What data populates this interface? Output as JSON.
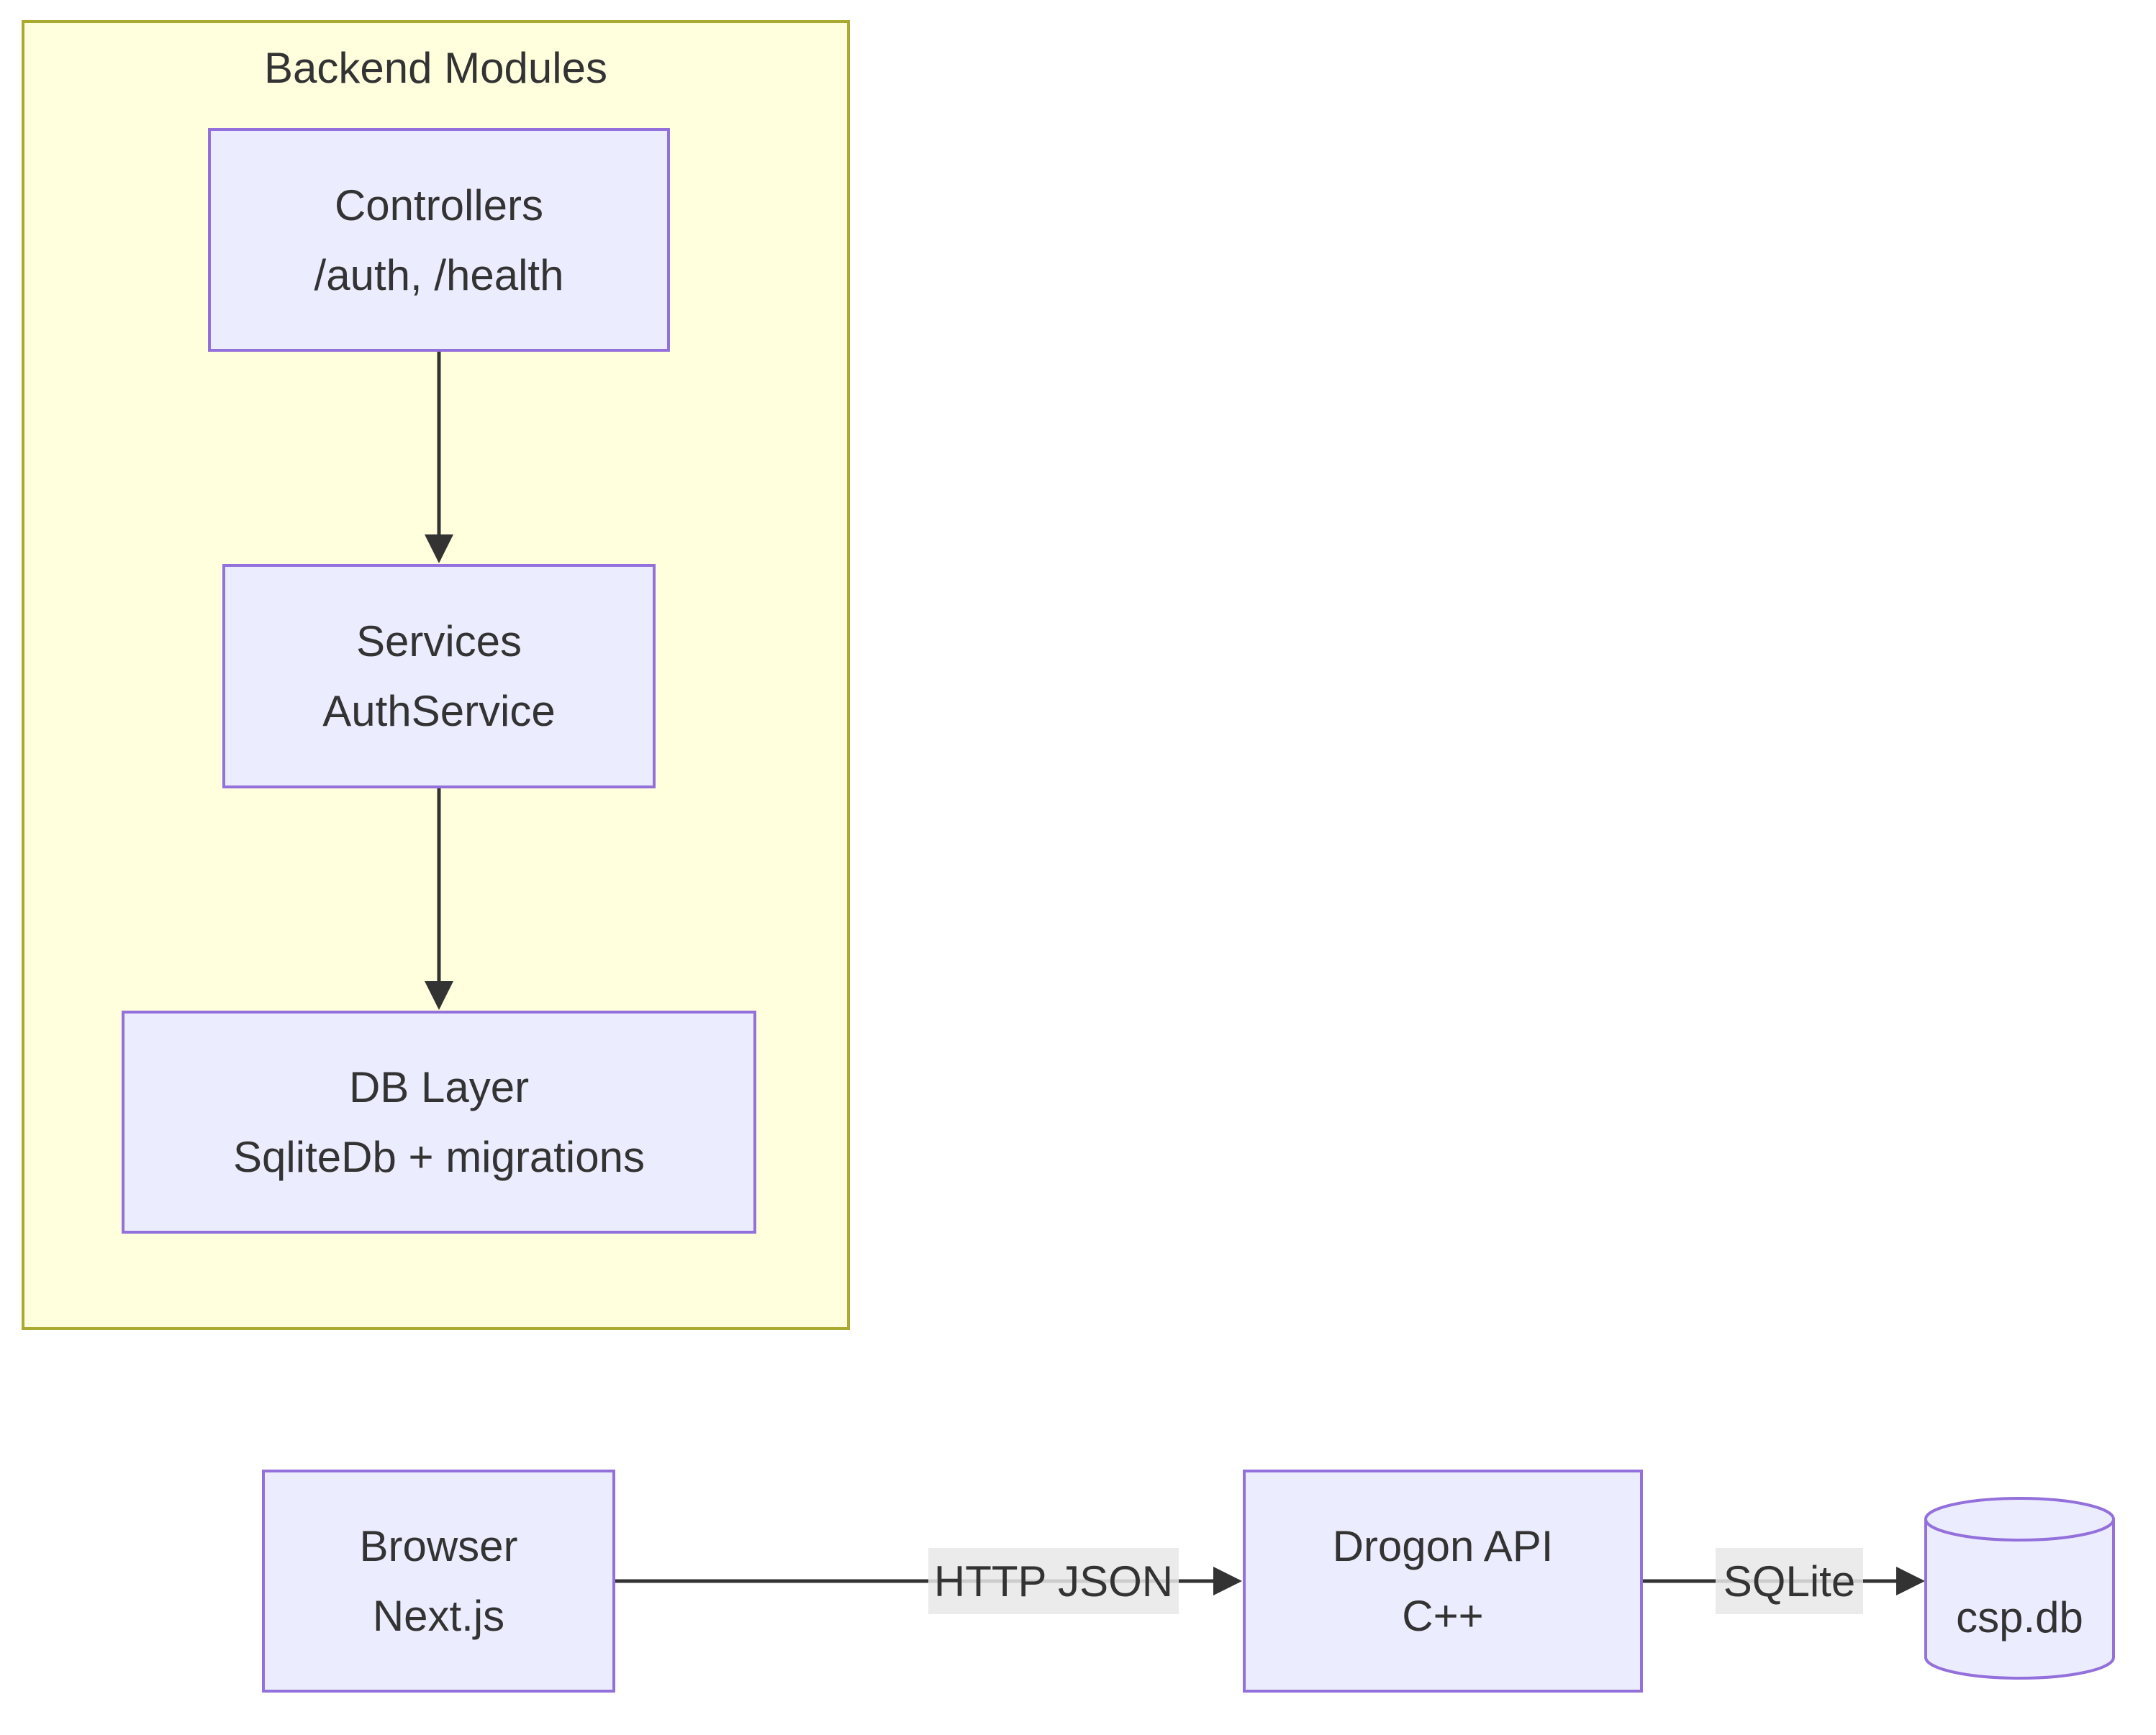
{
  "diagram": {
    "cluster": {
      "title": "Backend Modules"
    },
    "nodes": {
      "controllers": {
        "line1": "Controllers",
        "line2": "/auth, /health"
      },
      "services": {
        "line1": "Services",
        "line2": "AuthService"
      },
      "db_layer": {
        "line1": "DB Layer",
        "line2": "SqliteDb + migrations"
      },
      "browser": {
        "line1": "Browser",
        "line2": "Next.js"
      },
      "drogon_api": {
        "line1": "Drogon API",
        "line2": "C++"
      },
      "csp_db": {
        "label": "csp.db"
      }
    },
    "edge_labels": {
      "browser_to_drogon": "HTTP JSON",
      "drogon_to_db": "SQLite"
    },
    "colors": {
      "node_fill": "#ECECFF",
      "node_border": "#9370DB",
      "cluster_fill": "#FFFFDE",
      "cluster_border": "#AAAA33",
      "edge_stroke": "#333333",
      "edge_label_bg": "#E8E8E8",
      "text": "#333333"
    }
  }
}
